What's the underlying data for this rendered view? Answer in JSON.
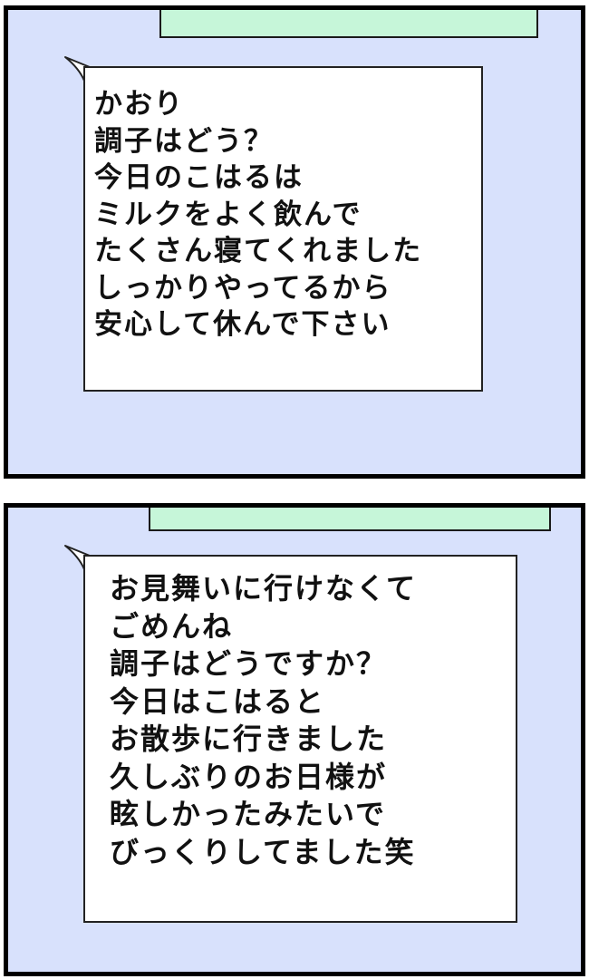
{
  "panels": [
    {
      "speech_lines": [
        "かおり",
        "調子はどう？",
        "今日のこはるは",
        "ミルクをよく飲んで",
        "たくさん寝てくれました",
        "しっかりやってるから",
        "安心して休んで下さい"
      ]
    },
    {
      "speech_lines": [
        "お見舞いに行けなくて",
        "ごめんね",
        "調子はどうですか？",
        "今日はこはると",
        "お散歩に行きました",
        "久しぶりのお日様が",
        "眩しかったみたいで",
        "びっくりしてました笑"
      ]
    }
  ],
  "colors": {
    "panel_bg": "#d8e1fc",
    "bar_bg": "#c6f6d9",
    "bubble_bg": "#ffffff",
    "border": "#000000"
  }
}
